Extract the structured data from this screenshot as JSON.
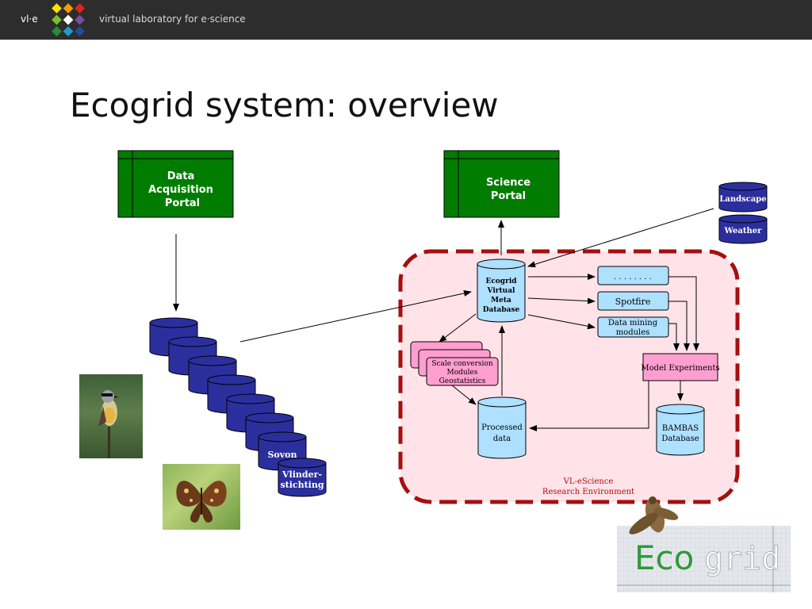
{
  "header": {
    "short_name": "vl·e",
    "tagline": "virtual laboratory for e·science"
  },
  "slide": {
    "title": "Ecogrid system: overview"
  },
  "diagram": {
    "portals": {
      "data_acquisition": [
        "Data",
        "Acquisition",
        "Portal"
      ],
      "science": [
        "Science",
        "Portal"
      ]
    },
    "external_databases": {
      "landscape": "Landscape",
      "weather": "Weather"
    },
    "source_databases": {
      "sovon": "Sovon",
      "vlinder": [
        "Vlinder-",
        "stichting"
      ]
    },
    "environment": {
      "virtual_meta_db": [
        "Ecogrid",
        "Virtual",
        "Meta",
        "Database"
      ],
      "placeholder_module": ". . . . . . . .",
      "spotfire": "Spotfire",
      "data_mining": [
        "Data mining",
        "modules"
      ],
      "scale_conversion": [
        "Scale conversion",
        "Modules",
        "Geostatistics"
      ],
      "model_experiments": "Model Experiments",
      "processed_data": [
        "Processed",
        "data"
      ],
      "bambas": [
        "BAMBAS",
        "Database"
      ],
      "label": [
        "VL-eScience",
        "Research Environment"
      ]
    },
    "logo_text": {
      "eco": "Eco",
      "grid": "grid"
    },
    "colors": {
      "portal_green": "#007d00",
      "db_navy": "#2b2f9e",
      "light_blue": "#aee0ff",
      "pink": "#ff9fd0",
      "env_fill": "#ffe3e8",
      "env_border": "#a50f0f"
    }
  }
}
